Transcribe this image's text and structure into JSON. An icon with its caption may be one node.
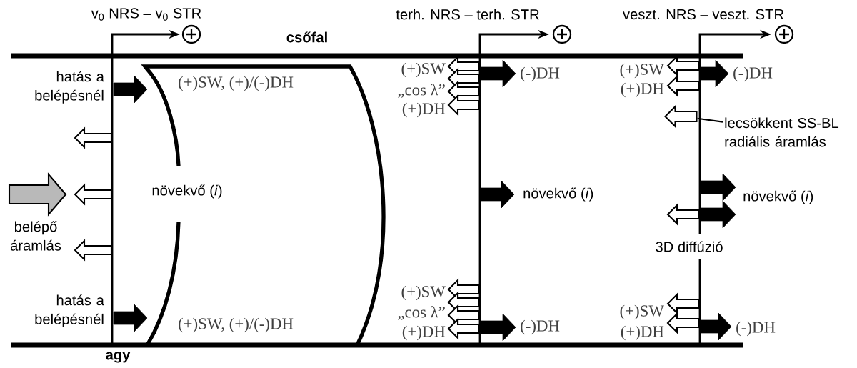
{
  "diagram": {
    "nodes": [
      {
        "text": [
          "lecsökkent SS-BL radiális áramlás"
        ]
      },
      {
        "text": [],
        "shape": "arrow"
      }
    ],
    "edges": [
      {
        "from": 0,
        "to": 1,
        "arrow": "none"
      }
    ],
    "labels": [
      "v$_{0}$ NRS – v$_{0}$ STR",
      "terh. NRS – terh. STR",
      "veszt. NRS – veszt. STR",
      "csőfal",
      "(+)SW",
      "(-)DH",
      "(+)SW",
      "(-)DH",
      "hatás a belépésnél",
      "(+)SW, (+)/(-)DH",
      "„cos λ”",
      "(+)DH",
      "(+)DH",
      "növekvő (*i*)",
      "növekvő (*i*)",
      "növekvő (*i*)",
      "belépő áramlás",
      "3D diffúzió",
      "(+)SW",
      "hatás a belépésnél",
      "„cos λ”",
      "(+)SW",
      "(+)SW, (+)/(-)DH",
      "(+)DH",
      "(-)DH",
      "(+)DH",
      "(-)DH",
      "agy"
    ]
  }
}
